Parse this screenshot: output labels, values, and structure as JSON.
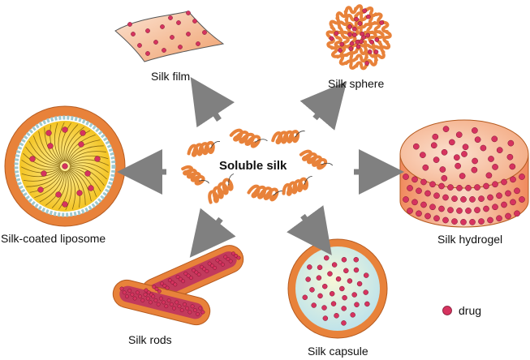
{
  "center": {
    "label": "Soluble silk"
  },
  "forms": [
    {
      "key": "film",
      "label": "Silk film"
    },
    {
      "key": "sphere",
      "label": "Silk sphere"
    },
    {
      "key": "hydrogel",
      "label": "Silk hydrogel"
    },
    {
      "key": "capsule",
      "label": "Silk capsule"
    },
    {
      "key": "rods",
      "label": "Silk rods"
    },
    {
      "key": "liposome",
      "label": "Silk-coated liposome"
    }
  ],
  "legend": {
    "label": "drug"
  },
  "colors": {
    "silk_orange": "#e8823a",
    "silk_dark": "#d9601e",
    "drug_red": "#d6335f",
    "hydrogel_fill": "#f6c3a6",
    "capsule_core": "#d9eef0",
    "liposome_core": "#f0c51f",
    "arrow_gray": "#808080"
  }
}
